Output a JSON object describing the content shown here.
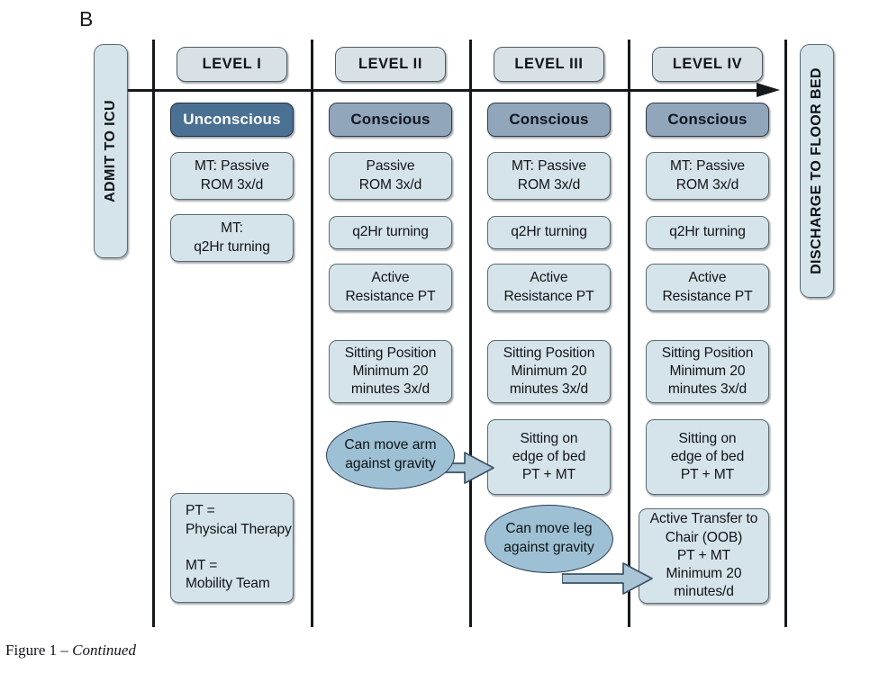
{
  "figure": {
    "panel_letter": "B",
    "caption_prefix": "Figure 1 – ",
    "caption_italic": "Continued"
  },
  "terminators": {
    "admit": "ADMIT TO ICU",
    "discharge": "DISCHARGE TO FLOOR BED"
  },
  "columns": [
    {
      "header": "LEVEL I",
      "state": "Unconscious",
      "steps": [
        "MT: Passive\nROM 3x/d",
        "MT:\nq2Hr turning"
      ]
    },
    {
      "header": "LEVEL II",
      "state": "Conscious",
      "steps": [
        "Passive\nROM 3x/d",
        "q2Hr turning",
        "Active\nResistance PT",
        "Sitting Position\nMinimum 20\nminutes 3x/d"
      ]
    },
    {
      "header": "LEVEL III",
      "state": "Conscious",
      "steps": [
        "MT: Passive\nROM 3x/d",
        "q2Hr turning",
        "Active\nResistance PT",
        "Sitting Position\nMinimum 20\nminutes 3x/d",
        "Sitting on\nedge of bed\nPT + MT"
      ]
    },
    {
      "header": "LEVEL IV",
      "state": "Conscious",
      "steps": [
        "MT: Passive\nROM 3x/d",
        "q2Hr turning",
        "Active\nResistance PT",
        "Sitting Position\nMinimum 20\nminutes 3x/d",
        "Sitting on\nedge of bed\nPT + MT",
        "Active Transfer to\nChair (OOB)\nPT + MT\nMinimum 20\nminutes/d"
      ]
    }
  ],
  "criteria": [
    "Can move arm\nagainst gravity",
    "Can move leg\nagainst gravity"
  ],
  "legend": {
    "text": "PT =\nPhysical Therapy\n\nMT =\nMobility Team"
  },
  "colors": {
    "box_fill": "#d5e3ea",
    "header_fill": "#d7e1e6",
    "unconscious_fill": "#4a7093",
    "conscious_fill": "#91a5bb",
    "ellipse_fill": "#9dc0d4",
    "arrow_fill": "#a9c5d6",
    "rule": "#15191c"
  }
}
